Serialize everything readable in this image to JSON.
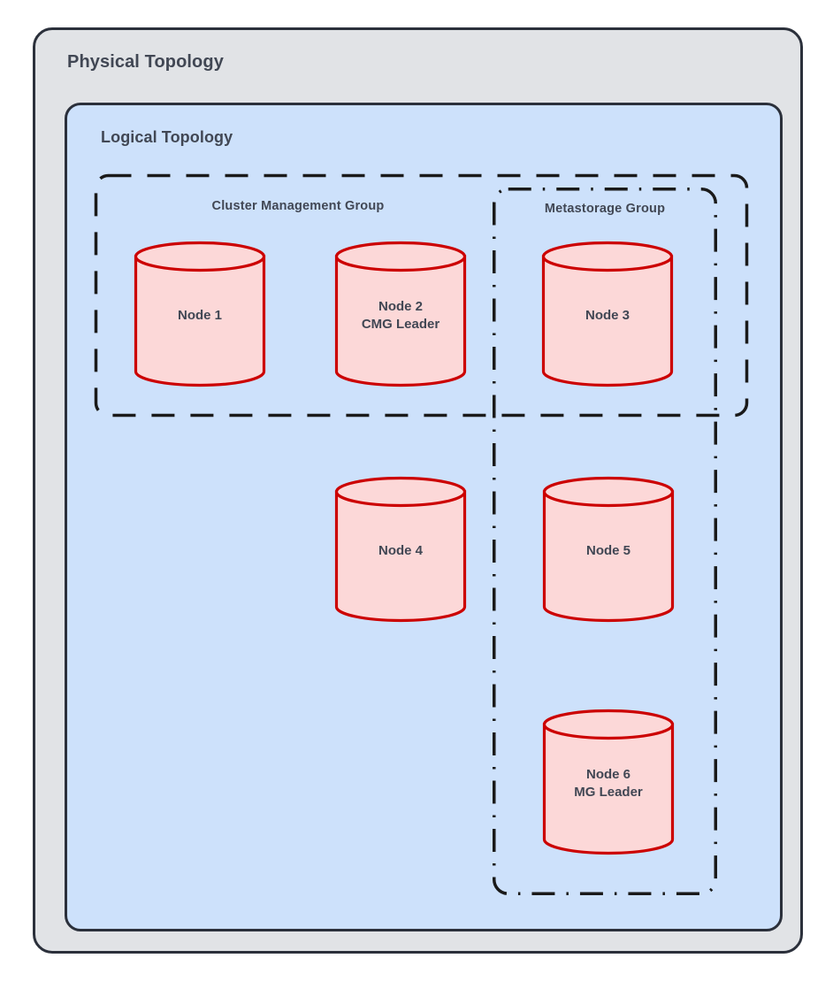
{
  "diagram": {
    "type": "topology-diagram",
    "outer_container": {
      "title": "Physical Topology",
      "fill": "#e1e3e6",
      "stroke": "#2b303b"
    },
    "inner_container": {
      "title": "Logical Topology",
      "fill": "#cde1fb",
      "stroke": "#2b303b"
    },
    "groups": [
      {
        "id": "cluster-management-group",
        "label": "Cluster Management Group",
        "border_style": "dashed",
        "stroke": "#1a1a1a",
        "members": [
          "Node 1",
          "Node 2",
          "Node 3"
        ]
      },
      {
        "id": "metastorage-group",
        "label": "Metastorage Group",
        "border_style": "dash-dot",
        "stroke": "#1a1a1a",
        "members": [
          "Node 3",
          "Node 5",
          "Node 6"
        ]
      }
    ],
    "node_style": {
      "shape": "cylinder",
      "fill": "#fcd8d8",
      "stroke": "#cc0000"
    },
    "nodes": [
      {
        "id": "node-1",
        "name": "Node 1",
        "role": "",
        "label": "Node 1"
      },
      {
        "id": "node-2",
        "name": "Node 2",
        "role": "CMG Leader",
        "label": "Node 2\nCMG Leader"
      },
      {
        "id": "node-3",
        "name": "Node 3",
        "role": "",
        "label": "Node 3"
      },
      {
        "id": "node-4",
        "name": "Node 4",
        "role": "",
        "label": "Node 4"
      },
      {
        "id": "node-5",
        "name": "Node 5",
        "role": "",
        "label": "Node 5"
      },
      {
        "id": "node-6",
        "name": "Node 6",
        "role": "MG Leader",
        "label": "Node 6\nMG Leader"
      }
    ]
  }
}
